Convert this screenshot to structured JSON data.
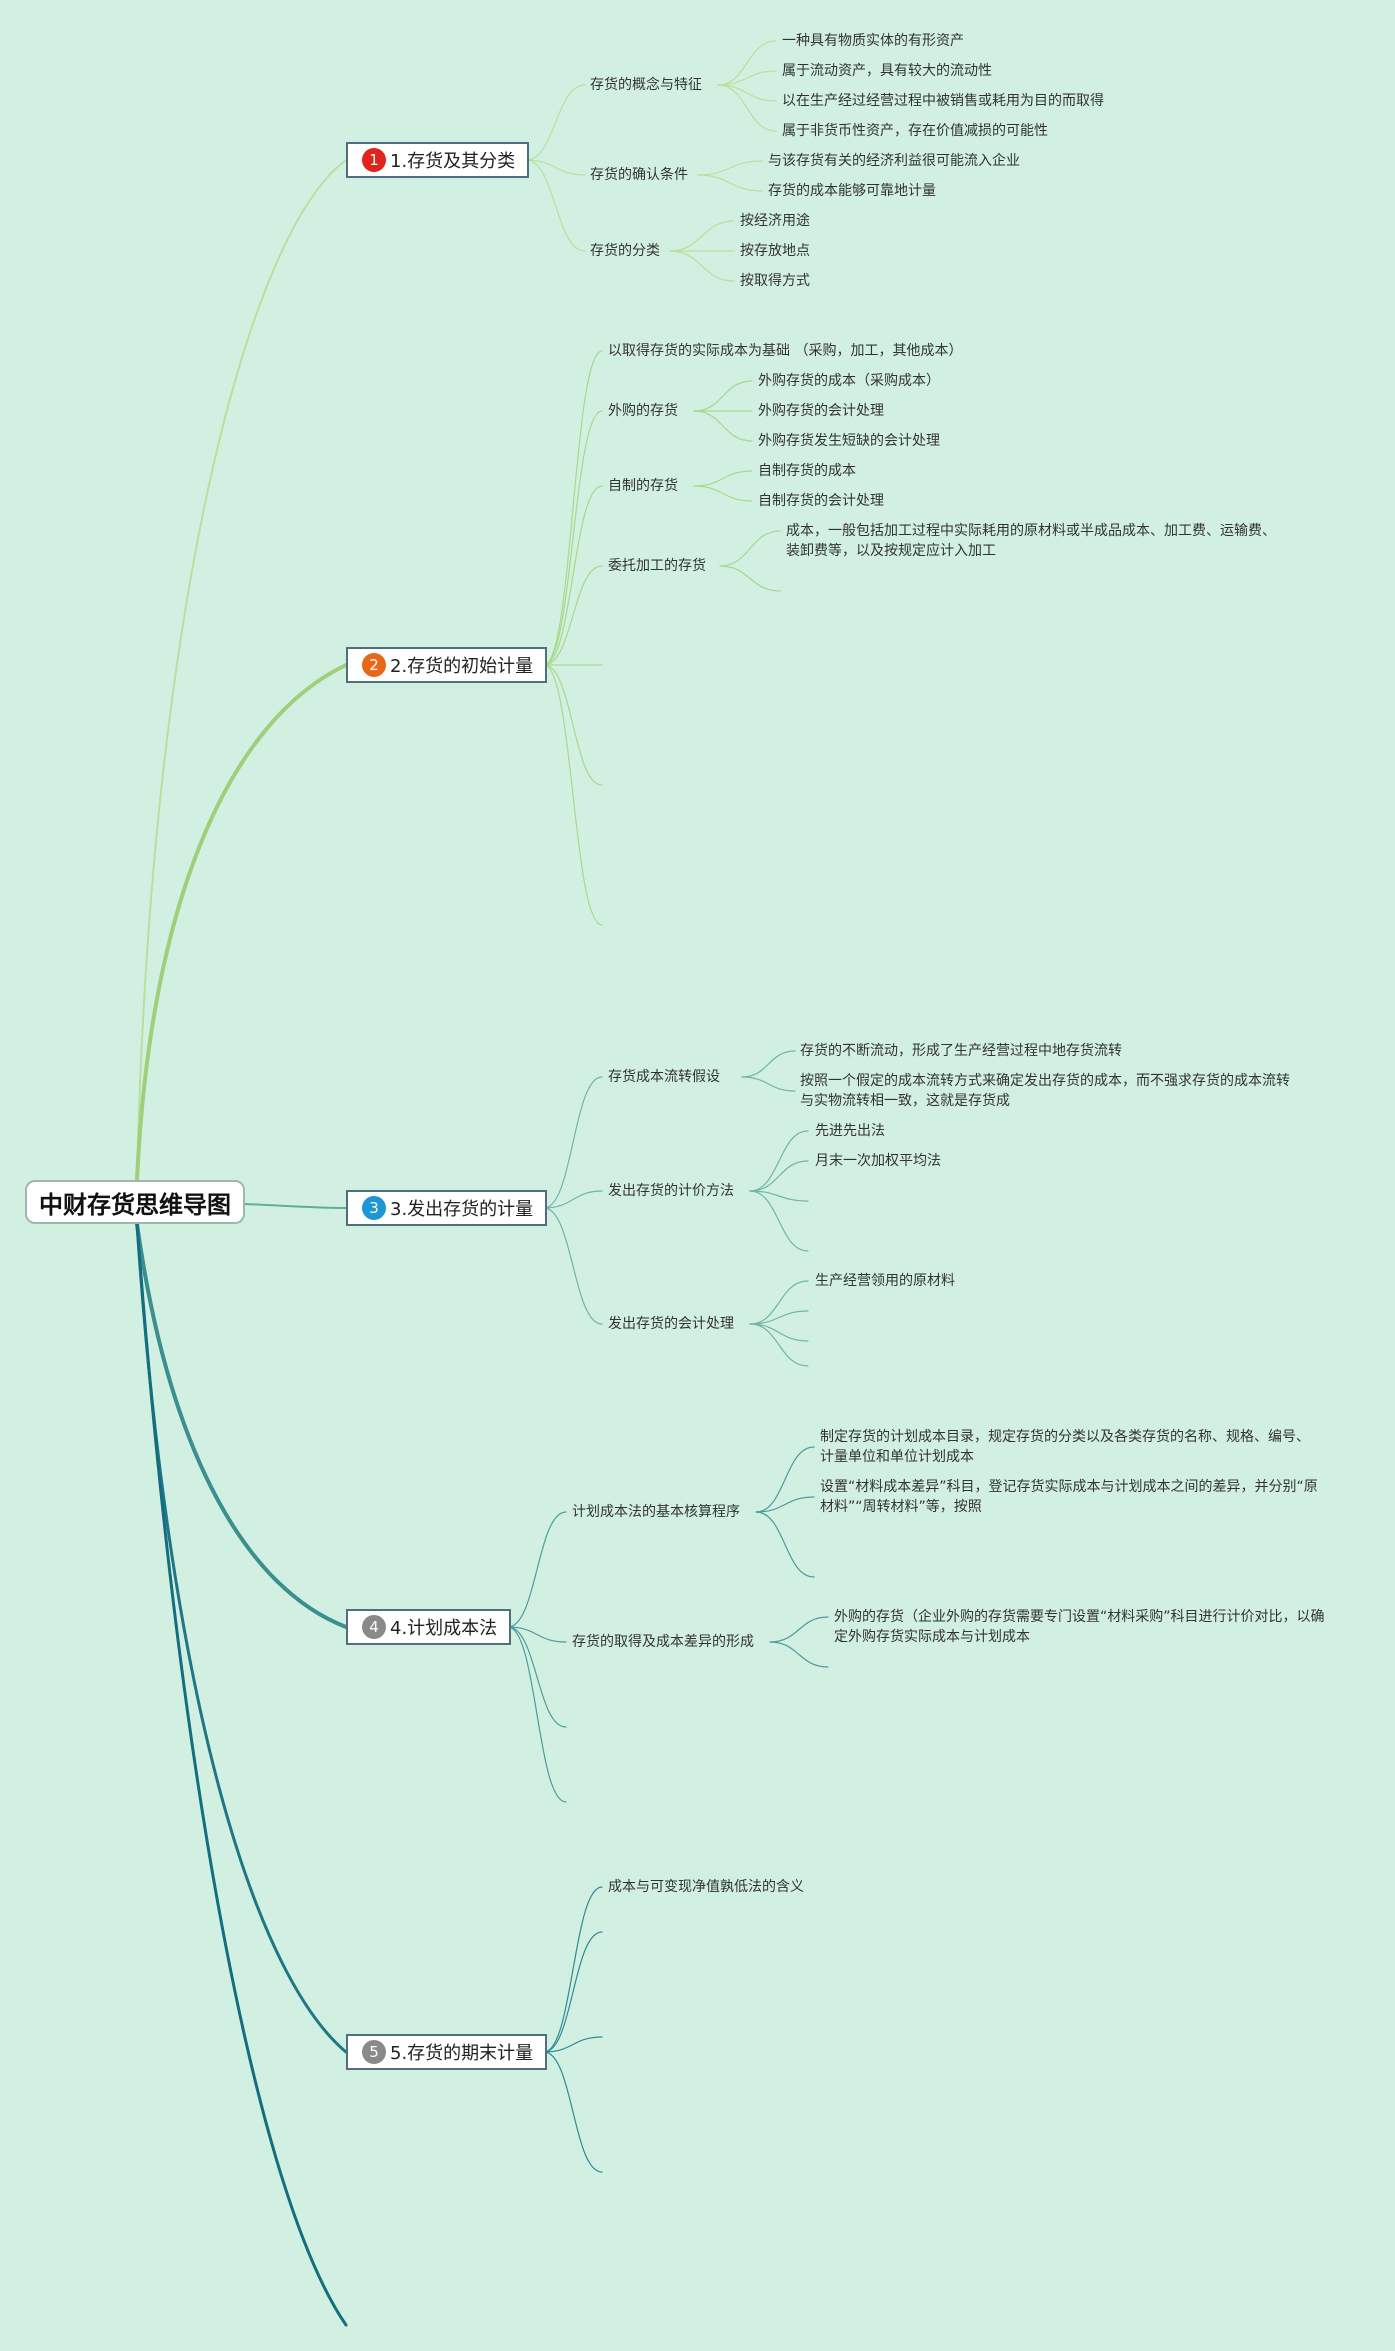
{
  "root": {
    "label": "中财存货思维导图"
  },
  "colors": {
    "background": "#d2f0e2",
    "branch_1": "#b8e09c",
    "branch_2": "#9ecf7a",
    "branch_3": "#5fae9a",
    "branch_4": "#3c8f8f",
    "branch_5": "#1f7785",
    "branch_6": "#136e80",
    "badge_1": "#e0241c",
    "badge_2": "#e8681a",
    "badge_3": "#1f96d4",
    "badge_4": "#8a8a8a",
    "badge_5": "#8a8a8a"
  },
  "topics": [
    {
      "number": "1",
      "label": "1.存货及其分类",
      "children": [
        {
          "label": "存货的概念与特征",
          "children": [
            {
              "label": "一种具有物质实体的有形资产"
            },
            {
              "label": "属于流动资产，具有较大的流动性"
            },
            {
              "label": "以在生产经过经营过程中被销售或耗用为目的而取得"
            },
            {
              "label": "属于非货币性资产，存在价值减损的可能性"
            }
          ]
        },
        {
          "label": "存货的确认条件",
          "children": [
            {
              "label": "与该存货有关的经济利益很可能流入企业"
            },
            {
              "label": "存货的成本能够可靠地计量"
            }
          ]
        },
        {
          "label": "存货的分类",
          "children": [
            {
              "label": "按经济用途"
            },
            {
              "label": "按存放地点"
            },
            {
              "label": "按取得方式"
            }
          ]
        }
      ]
    },
    {
      "number": "2",
      "label": "2.存货的初始计量",
      "children": [
        {
          "label": "以取得存货的实际成本为基础 （采购，加工，其他成本）",
          "children": []
        },
        {
          "label": "外购的存货",
          "children": [
            {
              "label": "外购存货的成本（采购成本）"
            },
            {
              "label": "外购存货的会计处理"
            },
            {
              "label": "外购存货发生短缺的会计处理"
            }
          ]
        },
        {
          "label": "自制的存货",
          "children": [
            {
              "label": "自制存货的成本"
            },
            {
              "label": "自制存货的会计处理"
            }
          ]
        },
        {
          "label": "委托加工的存货",
          "children": [
            {
              "label": "成本，一般包括加工过程中实际耗用的原材料或半成品成本、加工费、运输费、装卸费等，以及按规定应计入加工"
            },
            {
              "label": ""
            }
          ]
        },
        {
          "label": "",
          "children": []
        },
        {
          "label": "",
          "children": []
        },
        {
          "label": "",
          "children": []
        }
      ]
    },
    {
      "number": "3",
      "label": "3.发出存货的计量",
      "children": [
        {
          "label": "存货成本流转假设",
          "children": [
            {
              "label": "存货的不断流动，形成了生产经营过程中地存货流转"
            },
            {
              "label": "按照一个假定的成本流转方式来确定发出存货的成本，而不强求存货的成本流转与实物流转相一致，这就是存货成"
            }
          ]
        },
        {
          "label": "发出存货的计价方法",
          "children": [
            {
              "label": "先进先出法"
            },
            {
              "label": "月末一次加权平均法"
            },
            {
              "label": ""
            },
            {
              "label": ""
            }
          ]
        },
        {
          "label": "发出存货的会计处理",
          "children": [
            {
              "label": "生产经营领用的原材料"
            },
            {
              "label": ""
            },
            {
              "label": ""
            },
            {
              "label": ""
            }
          ]
        }
      ]
    },
    {
      "number": "4",
      "label": "4.计划成本法",
      "children": [
        {
          "label": "计划成本法的基本核算程序",
          "children": [
            {
              "label": "制定存货的计划成本目录，规定存货的分类以及各类存货的名称、规格、编号、计量单位和单位计划成本"
            },
            {
              "label": "设置“材料成本差异”科目，登记存货实际成本与计划成本之间的差异，并分别“原材料”“周转材料”等，按照"
            },
            {
              "label": ""
            }
          ]
        },
        {
          "label": "存货的取得及成本差异的形成",
          "children": [
            {
              "label": "外购的存货（企业外购的存货需要专门设置“材料采购”科目进行计价对比，以确定外购存货实际成本与计划成本"
            },
            {
              "label": ""
            }
          ]
        },
        {
          "label": "",
          "children": []
        },
        {
          "label": "",
          "children": []
        }
      ]
    },
    {
      "number": "5",
      "label": "5.存货的期末计量",
      "children": [
        {
          "label": "成本与可变现净值孰低法的含义",
          "children": []
        },
        {
          "label": "",
          "children": []
        },
        {
          "label": "",
          "children": []
        },
        {
          "label": "",
          "children": []
        }
      ]
    }
  ]
}
